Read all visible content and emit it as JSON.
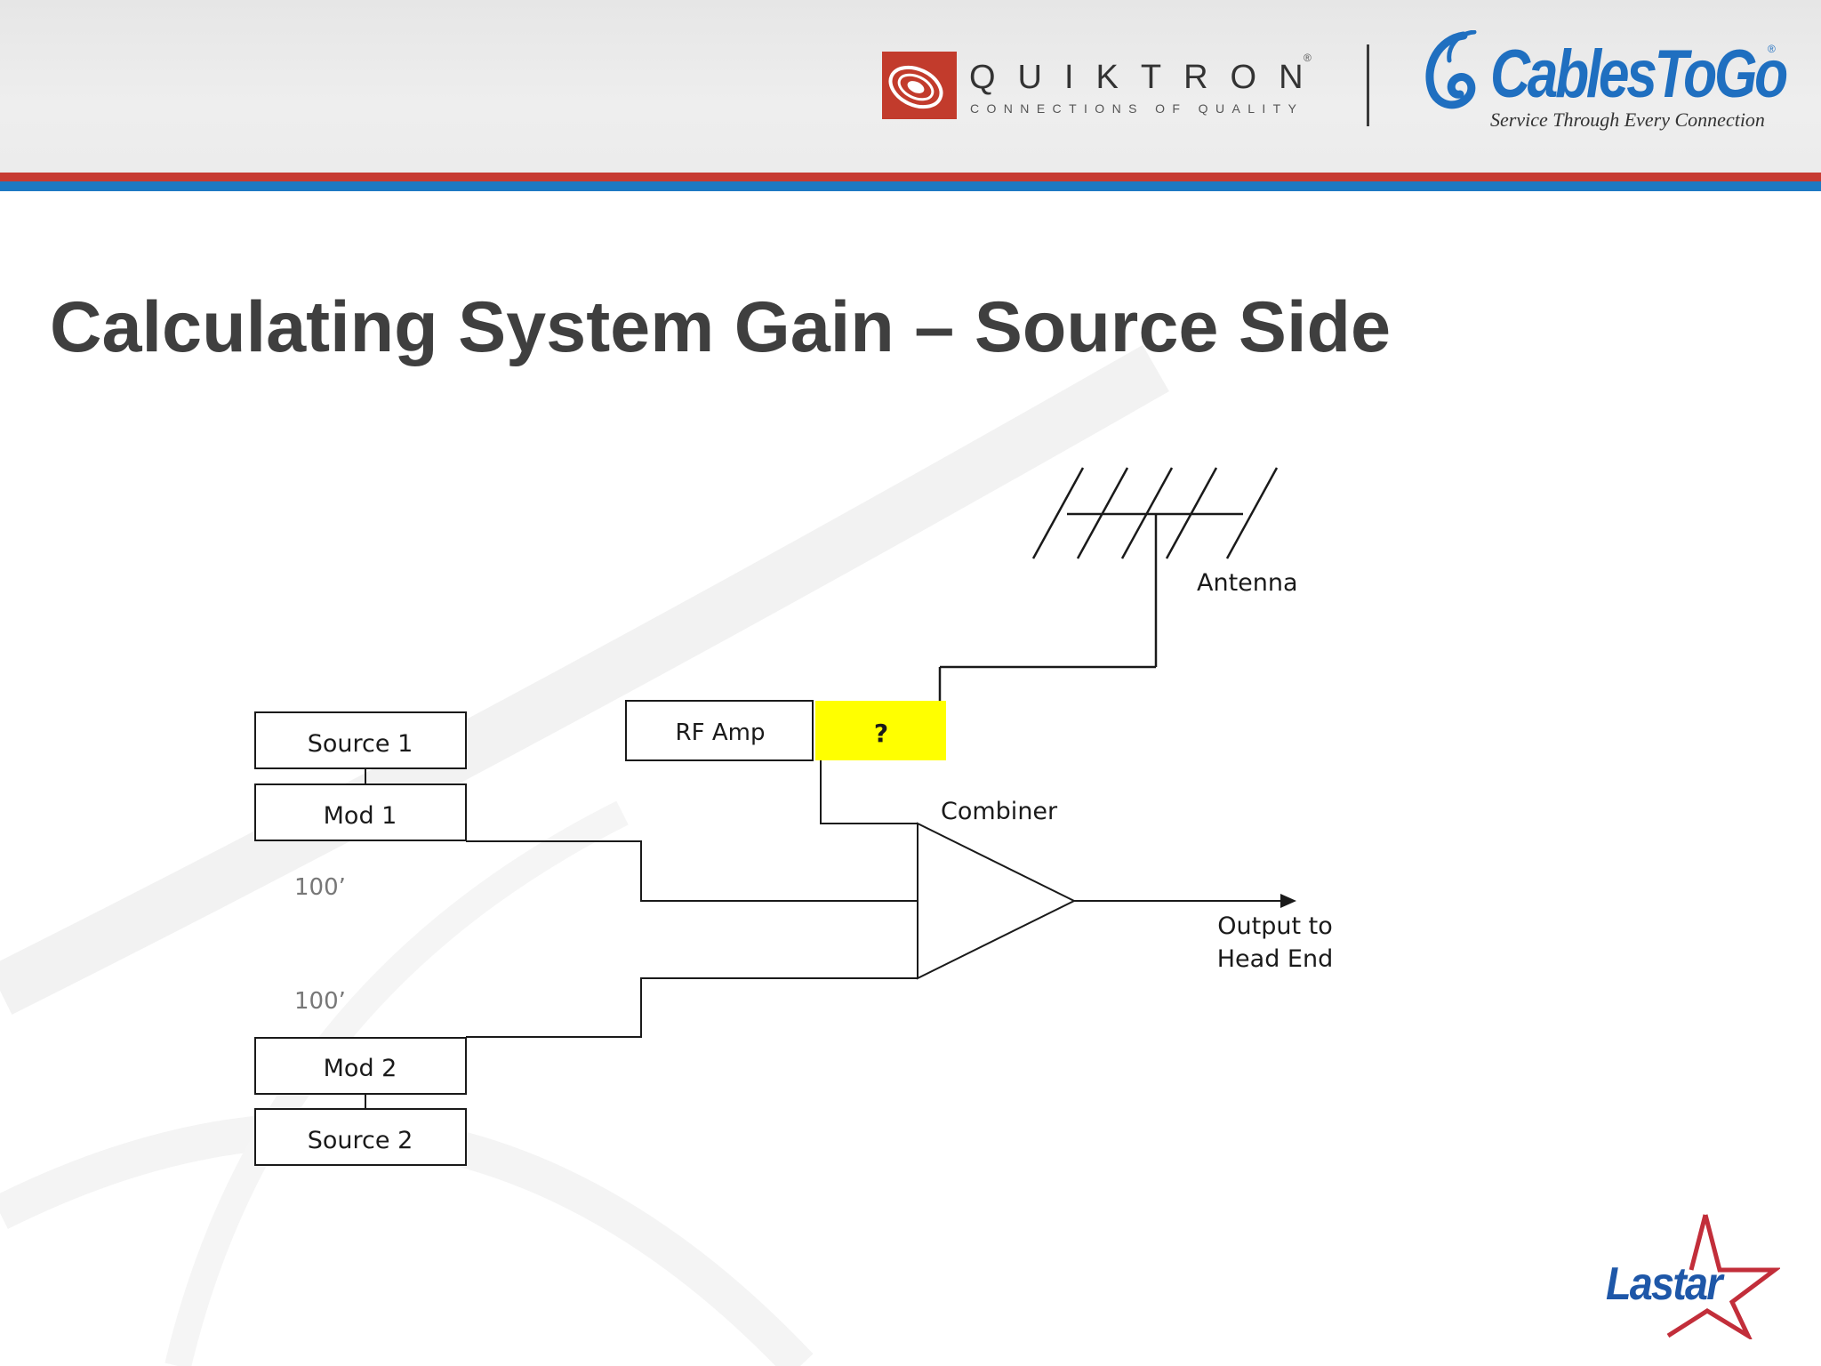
{
  "header": {
    "quiktron_name": "QUIKTRON",
    "quiktron_registered": "®",
    "quiktron_tagline": "CONNECTIONS OF QUALITY",
    "cablestogo_name": "CablesToGo",
    "cablestogo_registered": "®",
    "cablestogo_tagline": "Service Through Every Connection",
    "colors": {
      "red": "#c73b32",
      "blue": "#1e79c3"
    }
  },
  "slide": {
    "title": "Calculating System Gain – Source Side"
  },
  "diagram": {
    "source1": "Source 1",
    "mod1": "Mod 1",
    "cable1_length": "100’",
    "cable2_length": "100’",
    "mod2": "Mod 2",
    "source2": "Source 2",
    "rf_amp": "RF Amp",
    "unknown": "?",
    "unknown_color": "#ffff00",
    "combiner": "Combiner",
    "antenna": "Antenna",
    "output_line1": "Output to",
    "output_line2": "Head End"
  },
  "footer": {
    "lastar_name": "Lastar"
  }
}
